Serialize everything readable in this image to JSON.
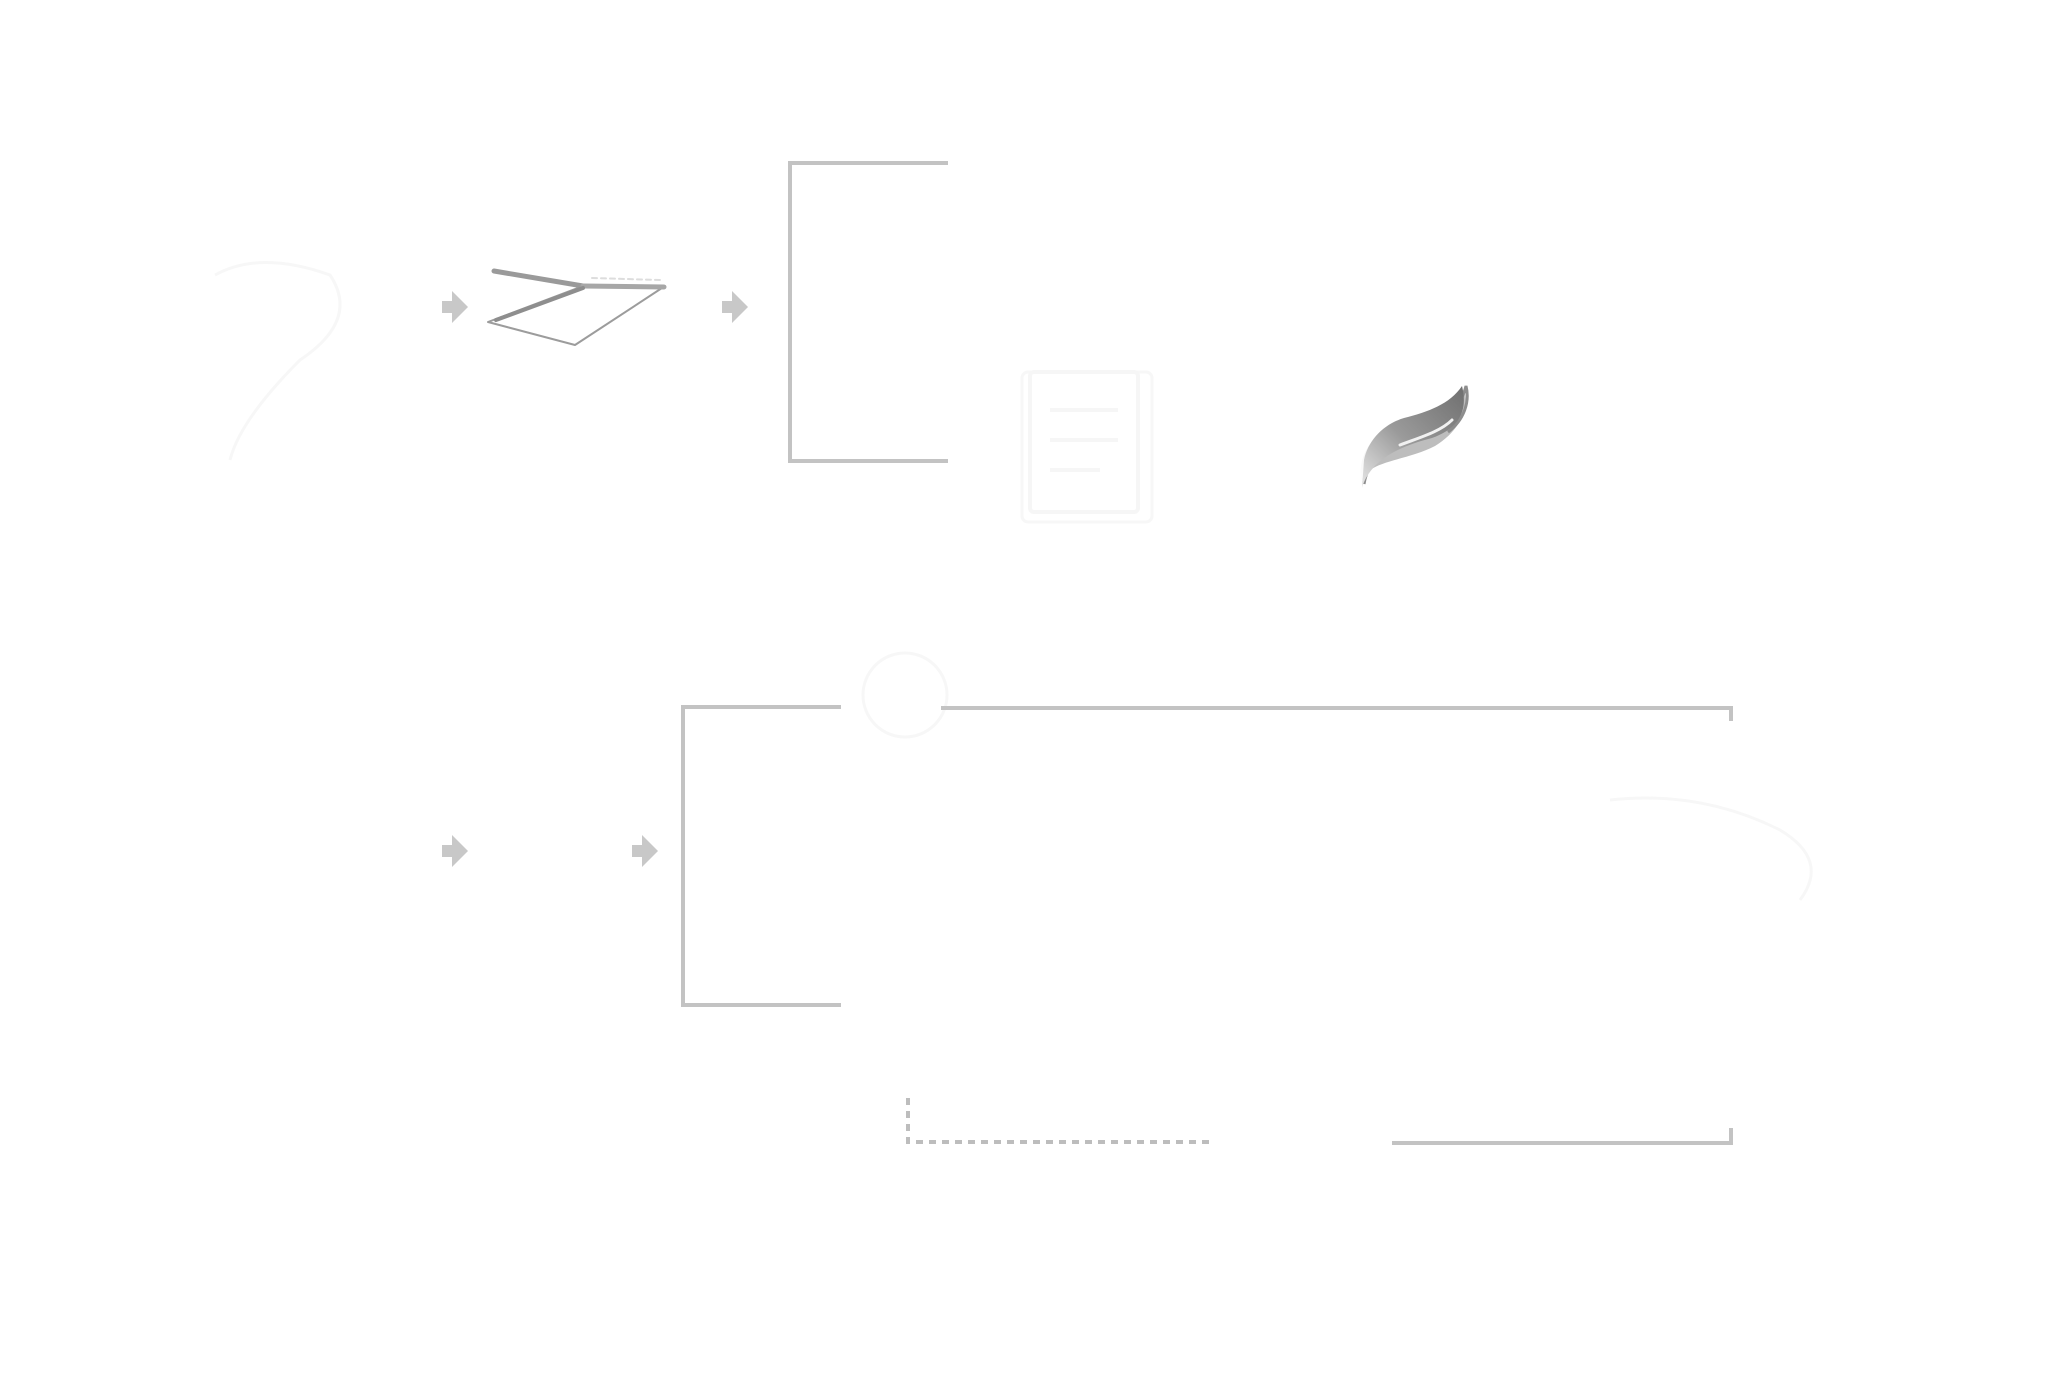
{
  "diagram": {
    "colors": {
      "background": "#ffffff",
      "line": "#c3c3c3",
      "arrow": "#c8c8c8",
      "ghost": "#f8f8f8",
      "icon_dark": "#8a8a8a",
      "icon_light": "#e9e9e9"
    },
    "rows": [
      {
        "name": "top-row",
        "items": [
          "arrow-icon",
          "open-laptop-icon",
          "arrow-icon",
          "left-bracket",
          "faded-document-icon",
          "sketch-leaf-icon"
        ]
      },
      {
        "name": "bottom-row",
        "items": [
          "arrow-icon",
          "arrow-icon",
          "left-bracket",
          "top-right-connector",
          "dashed-connector",
          "bottom-right-connector"
        ]
      }
    ]
  }
}
